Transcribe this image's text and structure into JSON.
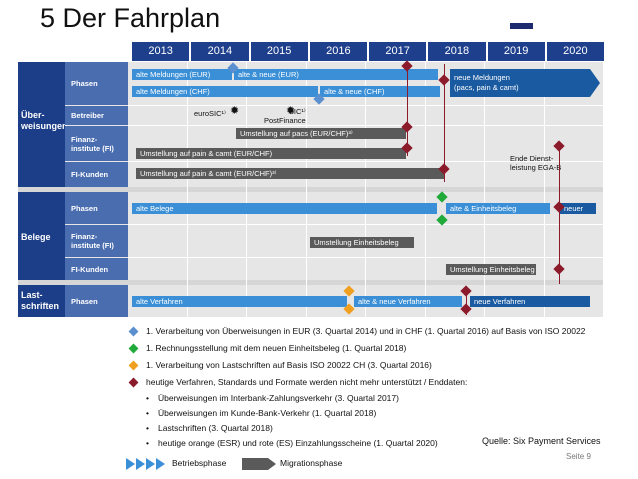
{
  "title": "5  Der Fahrplan",
  "years": [
    "2013",
    "2014",
    "2015",
    "2016",
    "2017",
    "2018",
    "2019",
    "2020"
  ],
  "sections": {
    "ueber": "Über-\nweisungen",
    "belege": "Belege",
    "last": "Last-\nschriften"
  },
  "rows": {
    "phasen1": "Phasen",
    "betreiber": "Betreiber",
    "finanz1": "Finanz-\ninstitute (FI)",
    "fikunden1": "FI-Kunden",
    "phasen2": "Phasen",
    "finanz2": "Finanz-\ninstitute (FI)",
    "fikunden2": "FI-Kunden",
    "phasen3": "Phasen"
  },
  "bars": {
    "alte_eur": "alte Meldungen (EUR)",
    "alte_neue_eur": "alte & neue (EUR)",
    "alte_chf": "alte Meldungen (CHF)",
    "alte_neue_chf": "alte & neue (CHF)",
    "neue_meld": "neue Meldungen\n(pacs, pain & camt)",
    "eurosic": "euroSIC¹⁾",
    "sic": "SIC¹⁾\nPostFinance",
    "umst_pacs": "Umstellung auf pacs (EUR/CHF)³⁾",
    "umst_pain_fi": "Umstellung auf pain & camt (EUR/CHF)",
    "umst_pain_kunden": "Umstellung auf pain & camt (EUR/CHF)³⁾",
    "ende": "Ende Dienst-\nleistung EGA-B",
    "alte_belege": "alte Belege",
    "alte_einheits": "alte & Einheitsbeleg",
    "neuer": "neuer",
    "umst_einheits_fi": "Umstellung Einheitsbeleg",
    "umst_einheits_k": "Umstellung Einheitsbeleg",
    "alte_verf": "alte Verfahren",
    "alte_neue_verf": "alte & neue Verfahren",
    "neue_verf": "neue Verfahren"
  },
  "legend": [
    "1. Verarbeitung von Überweisungen in EUR (3. Quartal 2014) und in CHF (1. Quartal 2016) auf Basis von ISO 20022",
    "1. Rechnungsstellung mit dem neuen Einheitsbeleg (1. Quartal 2018)",
    "1. Verarbeitung von Lastschriften auf Basis ISO 20022 CH (3. Quartal 2016)",
    "heutige Verfahren, Standards und Formate werden nicht mehr unterstützt / Enddaten:"
  ],
  "bullets": [
    "Überweisungen im Interbank-Zahlungsverkehr (3. Quartal 2017)",
    "Überweisungen im Kunde-Bank-Verkehr (1. Quartal 2018)",
    "Lastschriften (3. Quartal 2018)",
    "heutige orange (ESR) und rote (ES) Einzahlungsscheine (1. Quartal 2020)"
  ],
  "phase_legend": {
    "betrieb": "Betriebsphase",
    "migration": "Migrationsphase"
  },
  "quelle": "Quelle: Six Payment Services",
  "seite": "Seite 9",
  "colors": {
    "navy": "#1c3d87",
    "blue": "#3a8fd6",
    "gray": "#5a5a5a",
    "red": "#8b1a2b",
    "green": "#1faa3a",
    "orange": "#f0a020"
  }
}
